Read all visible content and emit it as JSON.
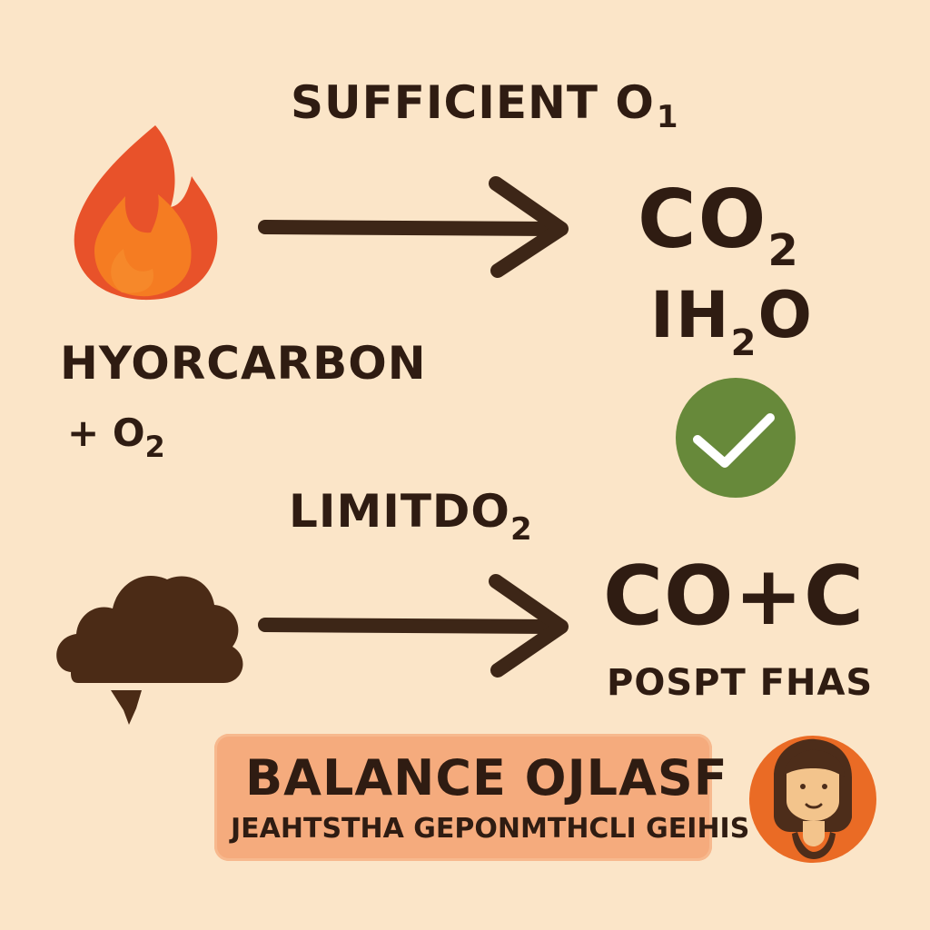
{
  "diagram": {
    "top_condition": {
      "text": "SUFFICIENT O",
      "sub": "1"
    },
    "reactant": {
      "name": "HYORCARBON",
      "plus_o2": {
        "text": "+ O",
        "sub": "2"
      }
    },
    "products_complete": {
      "co2": {
        "text": "CO",
        "sub": "2"
      },
      "h2o": {
        "prefix": "IH",
        "sub": "2",
        "suffix": "O"
      }
    },
    "bottom_condition": {
      "text": "LIMITDO",
      "sub": "2"
    },
    "products_incomplete": {
      "main": "CO+C",
      "note": "POSPT FHAS"
    },
    "balance_box": {
      "title": "BALANCE OJLASF",
      "subtitle": "JEAHTSTHA GEPONMTHCLI GEIHIS"
    },
    "colors": {
      "background": "#fbe5c8",
      "text": "#2f1c12",
      "arrow": "#3d2617",
      "flame_outer": "#e8522a",
      "flame_inner": "#f57c22",
      "smoke": "#4b2b16",
      "check_circle": "#67893a",
      "check_mark": "#ffffff",
      "balance_box": "#f5ab7d",
      "avatar_bg": "#ea6b25",
      "avatar_face": "#f3c48c",
      "avatar_hair": "#4d2d1a"
    },
    "icons": [
      "flame-icon",
      "smoke-cloud-icon",
      "checkmark-icon",
      "person-avatar-icon"
    ]
  }
}
